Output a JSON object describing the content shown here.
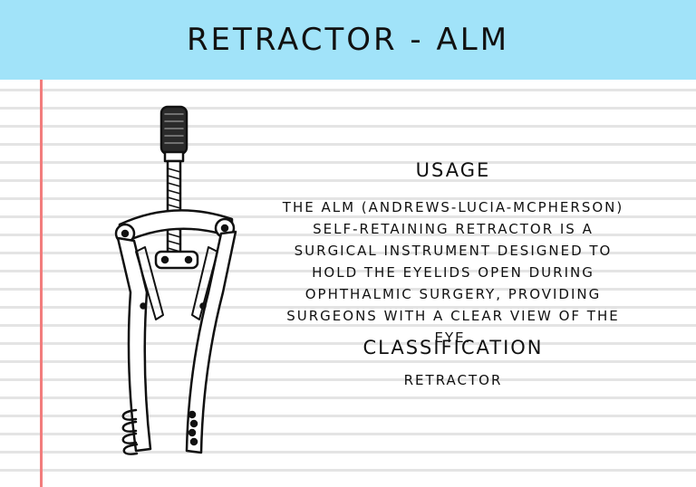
{
  "header": {
    "title": "RETRACTOR - ALM",
    "background": "#a1e3f9"
  },
  "usage": {
    "heading": "USAGE",
    "text": "THE ALM (ANDREWS-LUCIA-MCPHERSON) SELF-RETAINING RETRACTOR IS A SURGICAL INSTRUMENT DESIGNED TO HOLD THE EYELIDS OPEN DURING OPHTHALMIC SURGERY, PROVIDING SURGEONS WITH A CLEAR VIEW OF THE EYE."
  },
  "classification": {
    "heading": "CLASSIFICATION",
    "value": "RETRACTOR"
  },
  "illustration": {
    "subject": "alm-retractor"
  },
  "colors": {
    "margin_line": "#f27d7d",
    "ruled_line": "#e4e4e4",
    "ink": "#111111"
  }
}
